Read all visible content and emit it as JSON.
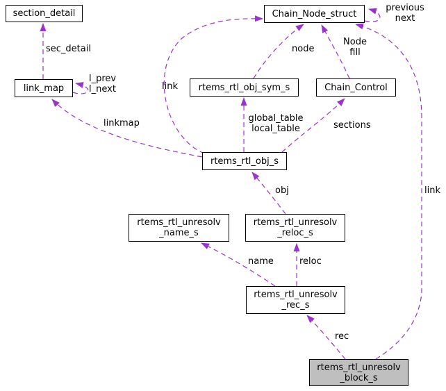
{
  "nodes": {
    "section_detail": {
      "label": "section_detail"
    },
    "chain_node": {
      "label": "Chain_Node_struct"
    },
    "link_map": {
      "label": "link_map"
    },
    "obj_sym": {
      "label": "rtems_rtl_obj_sym_s"
    },
    "chain_control": {
      "label": "Chain_Control"
    },
    "obj": {
      "label": "rtems_rtl_obj_s"
    },
    "unresolv_name": {
      "label": "rtems_rtl_unresolv\n_name_s"
    },
    "unresolv_reloc": {
      "label": "rtems_rtl_unresolv\n_reloc_s"
    },
    "unresolv_rec": {
      "label": "rtems_rtl_unresolv\n_rec_s"
    },
    "unresolv_block": {
      "label": "rtems_rtl_unresolv\n_block_s"
    }
  },
  "edge_labels": {
    "sec_detail": "sec_detail",
    "l_prev_next": "l_prev\nl_next",
    "previous_next": "previous\nnext",
    "node": "node",
    "node_fill": "Node\nfill",
    "link_obj": "link",
    "global_local_table": "global_table\nlocal_table",
    "sections": "sections",
    "linkmap": "linkmap",
    "obj": "obj",
    "name": "name",
    "reloc": "reloc",
    "rec": "rec",
    "link_block": "link"
  },
  "colors": {
    "edge": "#9a32cd",
    "node_border": "#000000",
    "highlight_fill": "#bfbfbf",
    "background": "#ffffff"
  }
}
